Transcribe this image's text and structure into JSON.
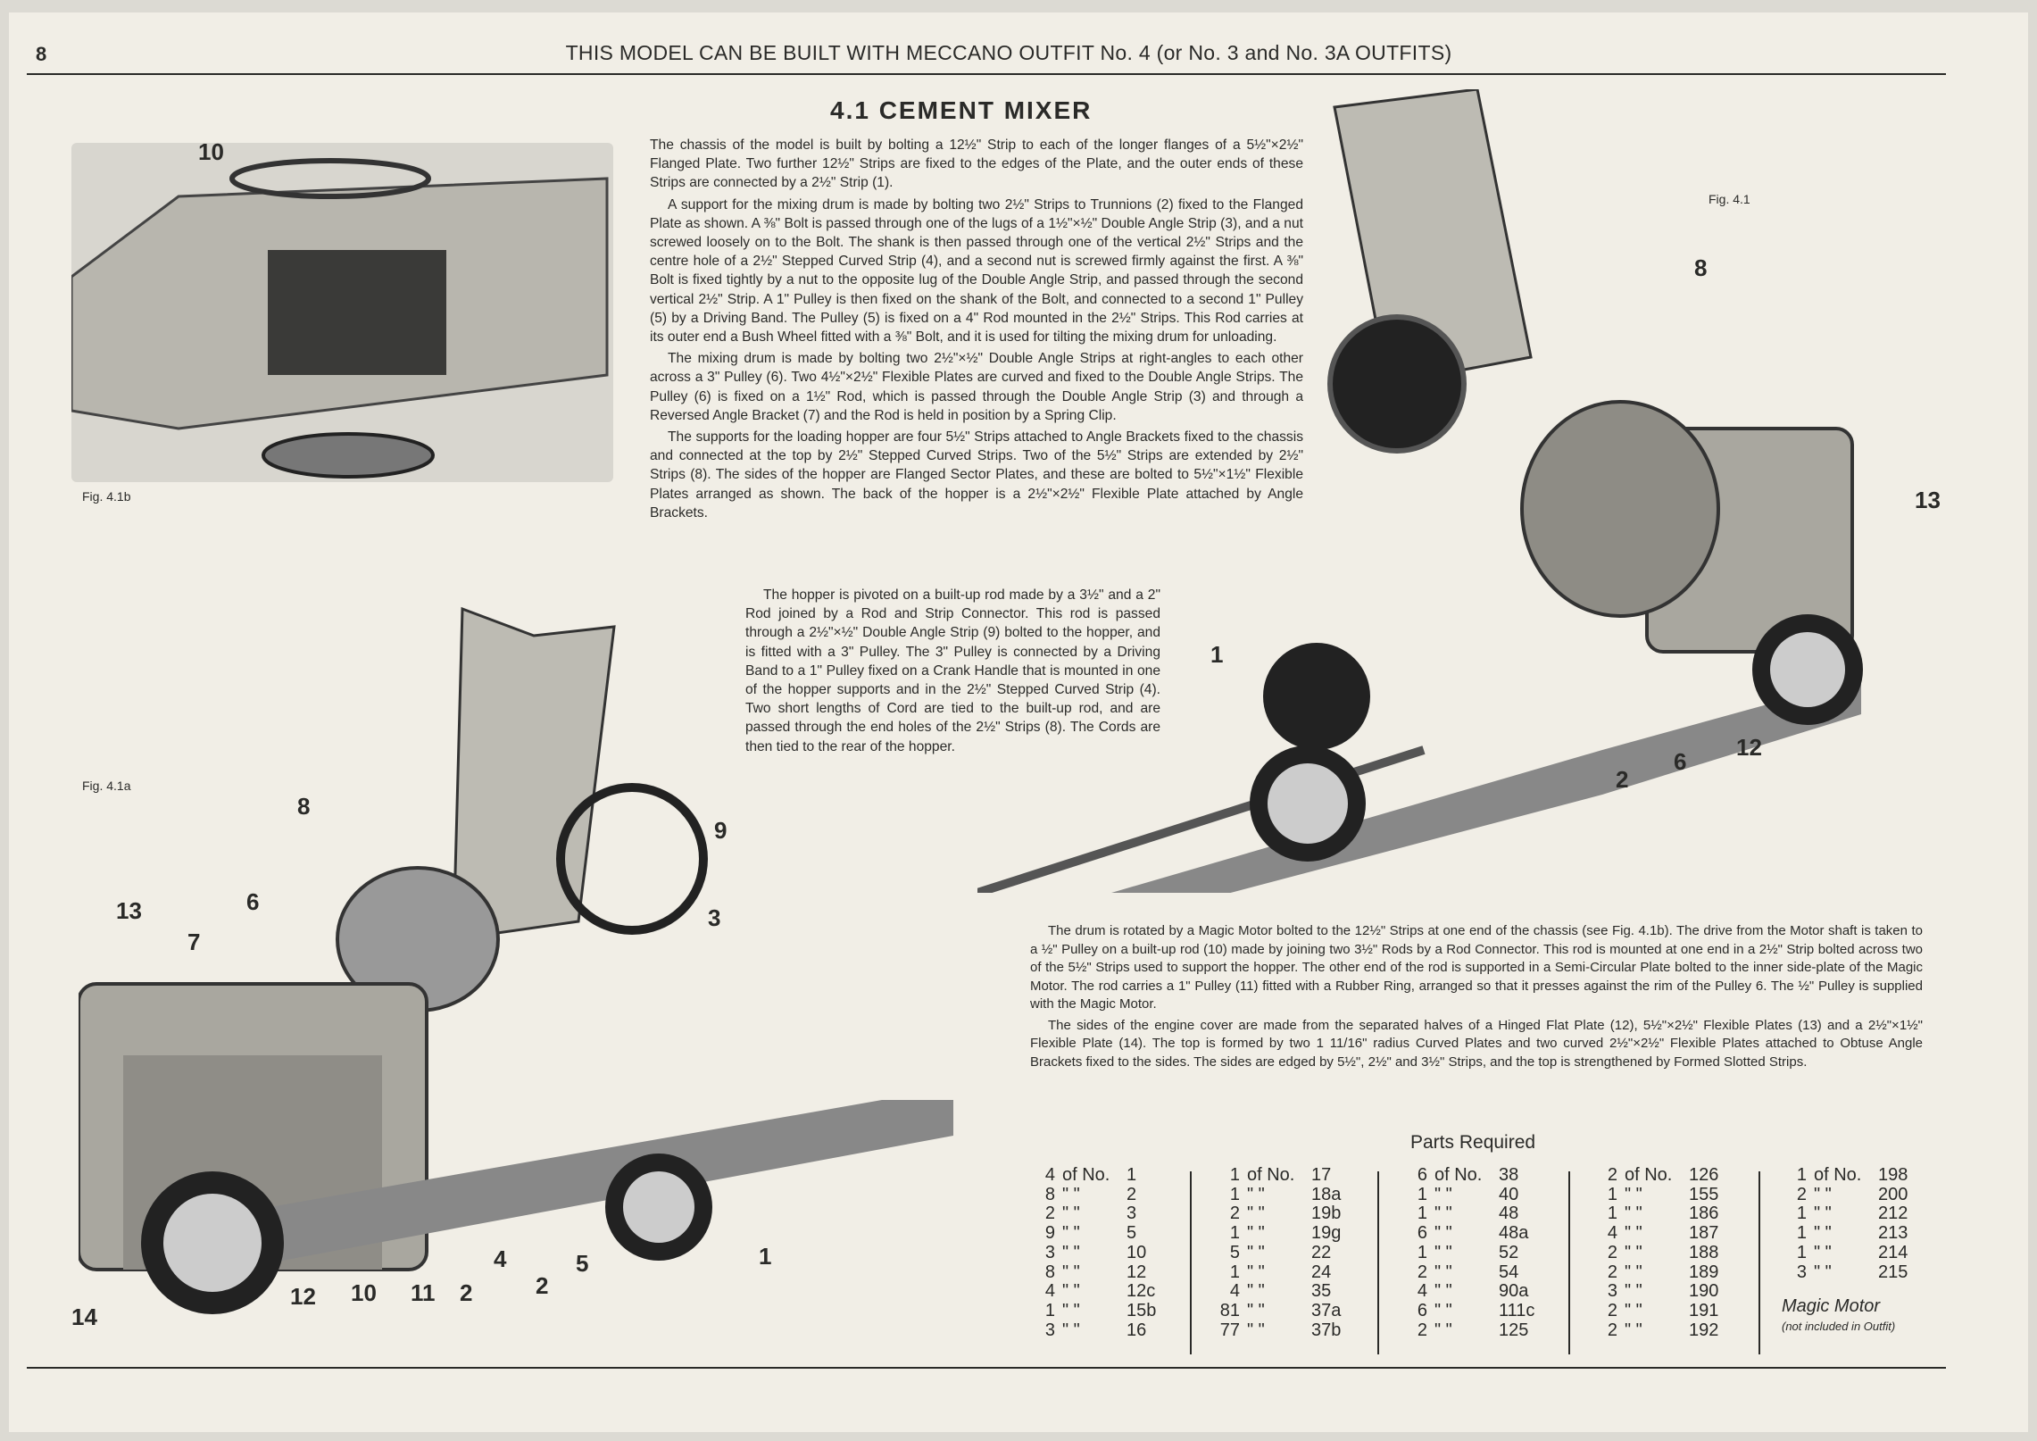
{
  "header": {
    "page_number": "8",
    "running_head": "THIS MODEL CAN BE BUILT WITH MECCANO OUTFIT No. 4 (or No. 3 and No. 3A OUTFITS)"
  },
  "title": "4.1  CEMENT MIXER",
  "paragraphs": [
    "The chassis of the model is built by bolting a 12½\" Strip to each of the longer flanges of a 5½\"×2½\" Flanged Plate. Two further 12½\" Strips are fixed to the edges of the Plate, and the outer ends of these Strips are connected by a 2½\" Strip (1).",
    "A support for the mixing drum is made by bolting two 2½\" Strips to Trunnions (2) fixed to the Flanged Plate as shown. A ⅜\" Bolt is passed through one of the lugs of a 1½\"×½\" Double Angle Strip (3), and a nut screwed loosely on to the Bolt. The shank is then passed through one of the vertical 2½\" Strips and the centre hole of a 2½\" Stepped Curved Strip (4), and a second nut is screwed firmly against the first. A ⅜\" Bolt is fixed tightly by a nut to the opposite lug of the Double Angle Strip, and passed through the second vertical 2½\" Strip. A 1\" Pulley is then fixed on the shank of the Bolt, and connected to a second 1\" Pulley (5) by a Driving Band. The Pulley (5) is fixed on a 4\" Rod mounted in the 2½\" Strips. This Rod carries at its outer end a Bush Wheel fitted with a ⅜\" Bolt, and it is used for tilting the mixing drum for unloading.",
    "The mixing drum is made by bolting two 2½\"×½\" Double Angle Strips at right-angles to each other across a 3\" Pulley (6). Two 4½\"×2½\" Flexible Plates are curved and fixed to the Double Angle Strips. The Pulley (6) is fixed on a 1½\" Rod, which is passed through the Double Angle Strip (3) and through a Reversed Angle Bracket (7) and the Rod is held in position by a Spring Clip.",
    "The supports for the loading hopper are four 5½\" Strips attached to Angle Brackets fixed to the chassis and connected at the top by 2½\" Stepped Curved Strips. Two of the 5½\" Strips are extended by 2½\" Strips (8). The sides of the hopper are Flanged Sector Plates, and these are bolted to 5½\"×1½\" Flexible Plates arranged as shown. The back of the hopper is a 2½\"×2½\" Flexible Plate attached by Angle Brackets.",
    "The hopper is pivoted on a built-up rod made by a 3½\" and a 2\" Rod joined by a Rod and Strip Connector. This rod is passed through a 2½\"×½\" Double Angle Strip (9) bolted to the hopper, and is fitted with a 3\" Pulley. The 3\" Pulley is connected by a Driving Band to a 1\" Pulley fixed on a Crank Handle that is mounted in one of the hopper supports and in the 2½\" Stepped Curved Strip (4). Two short lengths of Cord are tied to the built-up rod, and are passed through the end holes of the 2½\" Strips (8). The Cords are then tied to the rear of the hopper.",
    "The drum is rotated by a Magic Motor bolted to the 12½\" Strips at one end of the chassis (see Fig. 4.1b). The drive from the Motor shaft is taken to a ½\" Pulley on a built-up rod (10) made by joining two 3½\" Rods by a Rod Connector. This rod is mounted at one end in a 2½\" Strip bolted across two of the 5½\" Strips used to support the hopper. The other end of the rod is supported in a Semi-Circular Plate bolted to the inner side-plate of the Magic Motor. The rod carries a 1\" Pulley (11) fitted with a Rubber Ring, arranged so that it presses against the rim of the Pulley 6. The ½\" Pulley is supplied with the Magic Motor.",
    "The sides of the engine cover are made from the separated halves of a Hinged Flat Plate (12), 5½\"×2½\" Flexible Plates (13) and a 2½\"×1½\" Flexible Plate (14). The top is formed by two 1 11/16\" radius Curved Plates and two curved 2½\"×2½\" Flexible Plates attached to Obtuse Angle Brackets fixed to the sides. The sides are edged by 5½\", 2½\" and 3½\" Strips, and the top is strengthened by Formed Slotted Strips."
  ],
  "figures": {
    "fig_4_1": "Fig. 4.1",
    "fig_4_1a": "Fig. 4.1a",
    "fig_4_1b": "Fig. 4.1b"
  },
  "callouts": {
    "fig_4_1b": [
      "10"
    ],
    "fig_4_1": [
      "8",
      "13",
      "1",
      "2",
      "6",
      "12"
    ],
    "fig_4_1a": [
      "8",
      "9",
      "6",
      "3",
      "13",
      "7",
      "14",
      "12",
      "10",
      "11",
      "2",
      "4",
      "2",
      "5",
      "1"
    ]
  },
  "parts": {
    "title": "Parts Required",
    "columns": [
      [
        [
          "4",
          "of No.",
          "1"
        ],
        [
          "8",
          "\"  \"",
          "2"
        ],
        [
          "2",
          "\"  \"",
          "3"
        ],
        [
          "9",
          "\"  \"",
          "5"
        ],
        [
          "3",
          "\"  \"",
          "10"
        ],
        [
          "8",
          "\"  \"",
          "12"
        ],
        [
          "4",
          "\"  \"",
          "12c"
        ],
        [
          "1",
          "\"  \"",
          "15b"
        ],
        [
          "3",
          "\"  \"",
          "16"
        ]
      ],
      [
        [
          "1",
          "of No.",
          "17"
        ],
        [
          "1",
          "\"  \"",
          "18a"
        ],
        [
          "2",
          "\"  \"",
          "19b"
        ],
        [
          "1",
          "\"  \"",
          "19g"
        ],
        [
          "5",
          "\"  \"",
          "22"
        ],
        [
          "1",
          "\"  \"",
          "24"
        ],
        [
          "4",
          "\"  \"",
          "35"
        ],
        [
          "81",
          "\"  \"",
          "37a"
        ],
        [
          "77",
          "\"  \"",
          "37b"
        ]
      ],
      [
        [
          "6",
          "of No.",
          "38"
        ],
        [
          "1",
          "\"  \"",
          "40"
        ],
        [
          "1",
          "\"  \"",
          "48"
        ],
        [
          "6",
          "\"  \"",
          "48a"
        ],
        [
          "1",
          "\"  \"",
          "52"
        ],
        [
          "2",
          "\"  \"",
          "54"
        ],
        [
          "4",
          "\"  \"",
          "90a"
        ],
        [
          "6",
          "\"  \"",
          "111c"
        ],
        [
          "2",
          "\"  \"",
          "125"
        ]
      ],
      [
        [
          "2",
          "of No.",
          "126"
        ],
        [
          "1",
          "\"  \"",
          "155"
        ],
        [
          "1",
          "\"  \"",
          "186"
        ],
        [
          "4",
          "\"  \"",
          "187"
        ],
        [
          "2",
          "\"  \"",
          "188"
        ],
        [
          "2",
          "\"  \"",
          "189"
        ],
        [
          "3",
          "\"  \"",
          "190"
        ],
        [
          "2",
          "\"  \"",
          "191"
        ],
        [
          "2",
          "\"  \"",
          "192"
        ]
      ],
      [
        [
          "1",
          "of No.",
          "198"
        ],
        [
          "2",
          "\"  \"",
          "200"
        ],
        [
          "1",
          "\"  \"",
          "212"
        ],
        [
          "1",
          "\"  \"",
          "213"
        ],
        [
          "1",
          "\"  \"",
          "214"
        ],
        [
          "3",
          "\"  \"",
          "215"
        ]
      ]
    ],
    "motor_note": "Magic Motor",
    "motor_sub": "(not included in Outfit)"
  }
}
